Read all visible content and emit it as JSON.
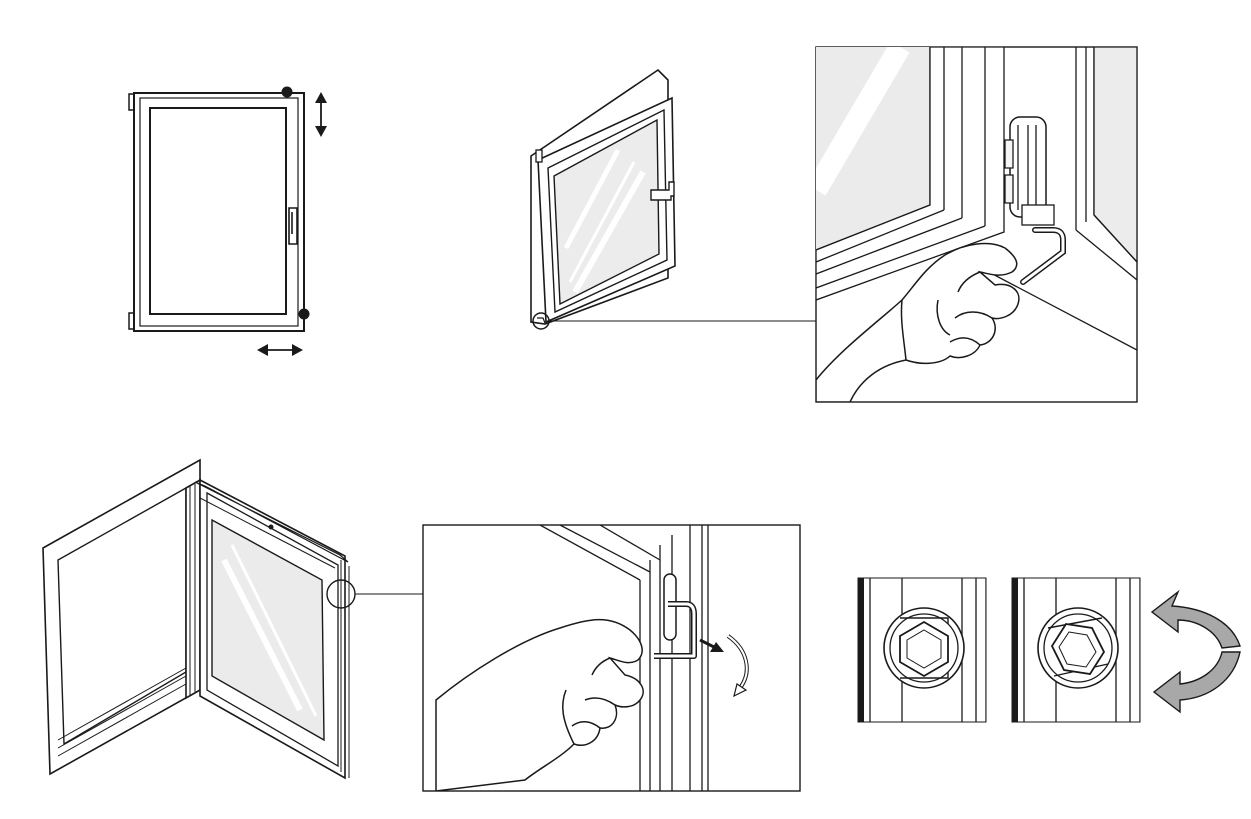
{
  "diagram": {
    "colors": {
      "line": "#1a1a1a",
      "glass": "#e8e8e8",
      "glass_highlight": "#ffffff",
      "frame_fill": "#ffffff",
      "arrow_fill": "#a8a8a8",
      "hand_fill": "#ffffff"
    },
    "panels": [
      {
        "name": "window-front-elevation",
        "icons": [
          "vertical-double-arrow-icon",
          "horizontal-double-arrow-icon",
          "adjustment-point-top-right",
          "adjustment-point-bottom-right"
        ]
      },
      {
        "name": "window-tilted-open",
        "icons": [
          "bottom-hinge-callout-circle"
        ]
      },
      {
        "name": "hinge-adjustment-closeup",
        "icons": [
          "hex-key-icon",
          "hand-icon"
        ]
      },
      {
        "name": "window-turned-open-top-view",
        "icons": [
          "latch-callout-circle"
        ]
      },
      {
        "name": "latch-adjustment-closeup",
        "icons": [
          "hex-key-icon",
          "hand-icon",
          "pull-arrow-icon",
          "rotate-arrow-icon"
        ]
      },
      {
        "name": "eccentric-cam-positions",
        "icons": [
          "cam-position-1",
          "cam-position-2",
          "rotate-clockwise-icon",
          "rotate-counterclockwise-icon"
        ]
      }
    ]
  }
}
